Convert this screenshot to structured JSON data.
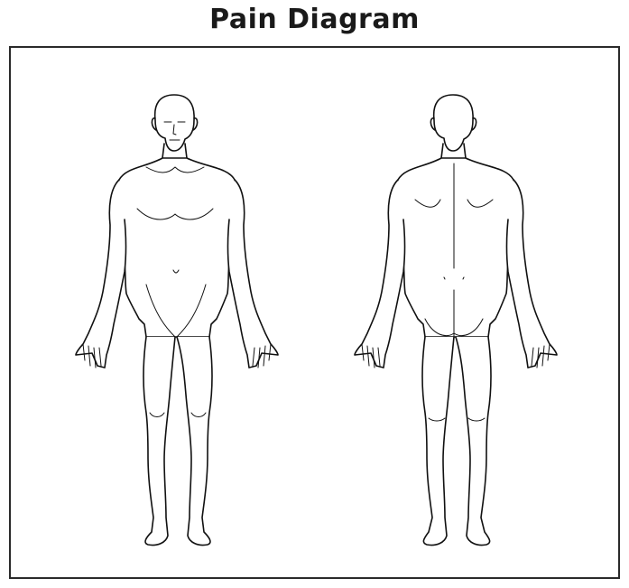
{
  "title": "Pain Diagram",
  "figures": [
    {
      "name": "front-view",
      "icon": "human-body-front"
    },
    {
      "name": "back-view",
      "icon": "human-body-back"
    }
  ],
  "colors": {
    "line": "#111111",
    "frame": "#2a2a2a",
    "background": "#ffffff"
  }
}
